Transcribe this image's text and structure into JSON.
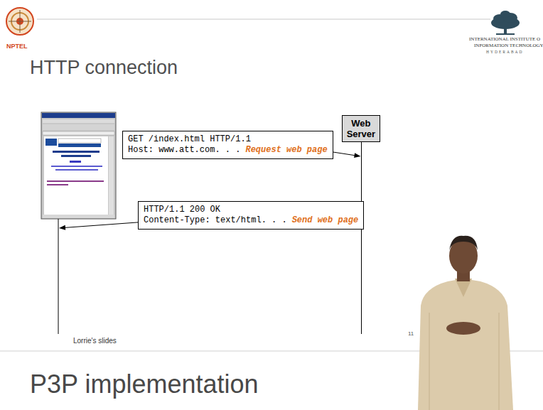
{
  "diagram": {
    "title": "HTTP connection",
    "nodes": [
      {
        "text": [
          "GET /index.html HTTP/1.1",
          "Host: www.att.com",
          ". . .",
          "Request web page"
        ]
      },
      {
        "text": [
          "Web Server"
        ]
      },
      {
        "text": [
          "HTTP/1.1 200 OK",
          "Content-Type: text/html",
          ". . .",
          "Send web page"
        ]
      }
    ],
    "labels": [
      "NPTEL",
      "INTERNATIONAL INSTITUTE O",
      "INFORMATION TECHNOLOGY",
      "HYDERABAD",
      "Lorrie's slides",
      "11",
      "P3P implementation"
    ]
  }
}
